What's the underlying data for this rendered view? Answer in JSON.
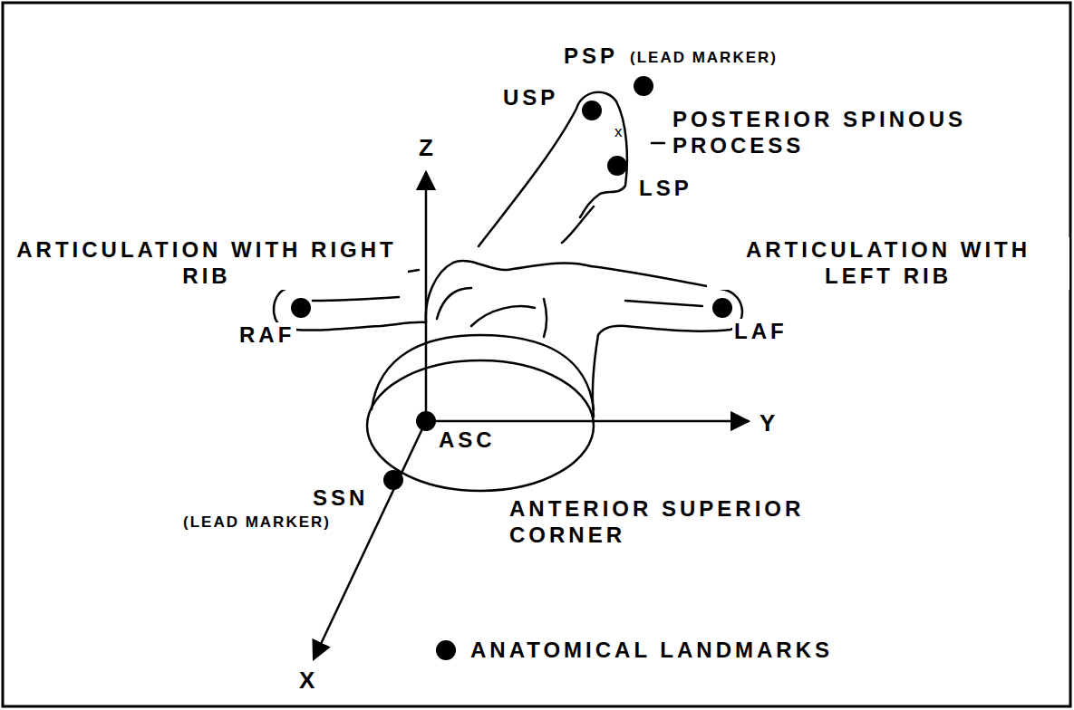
{
  "diagram": {
    "labels": [
      "PSP",
      "(LEAD MARKER)",
      "USP",
      "POSTERIOR SPINOUS PROCESS",
      "x",
      "LSP",
      "Z",
      "ARTICULATION WITH RIGHT RIB",
      "RAF",
      "ARTICULATION WITH LEFT RIB",
      "LAF",
      "ASC",
      "Y",
      "SSN",
      "(LEAD MARKER)",
      "ANTERIOR SUPERIOR CORNER",
      "X"
    ],
    "legend": [
      {
        "text": "ANATOMICAL LANDMARKS"
      }
    ]
  }
}
